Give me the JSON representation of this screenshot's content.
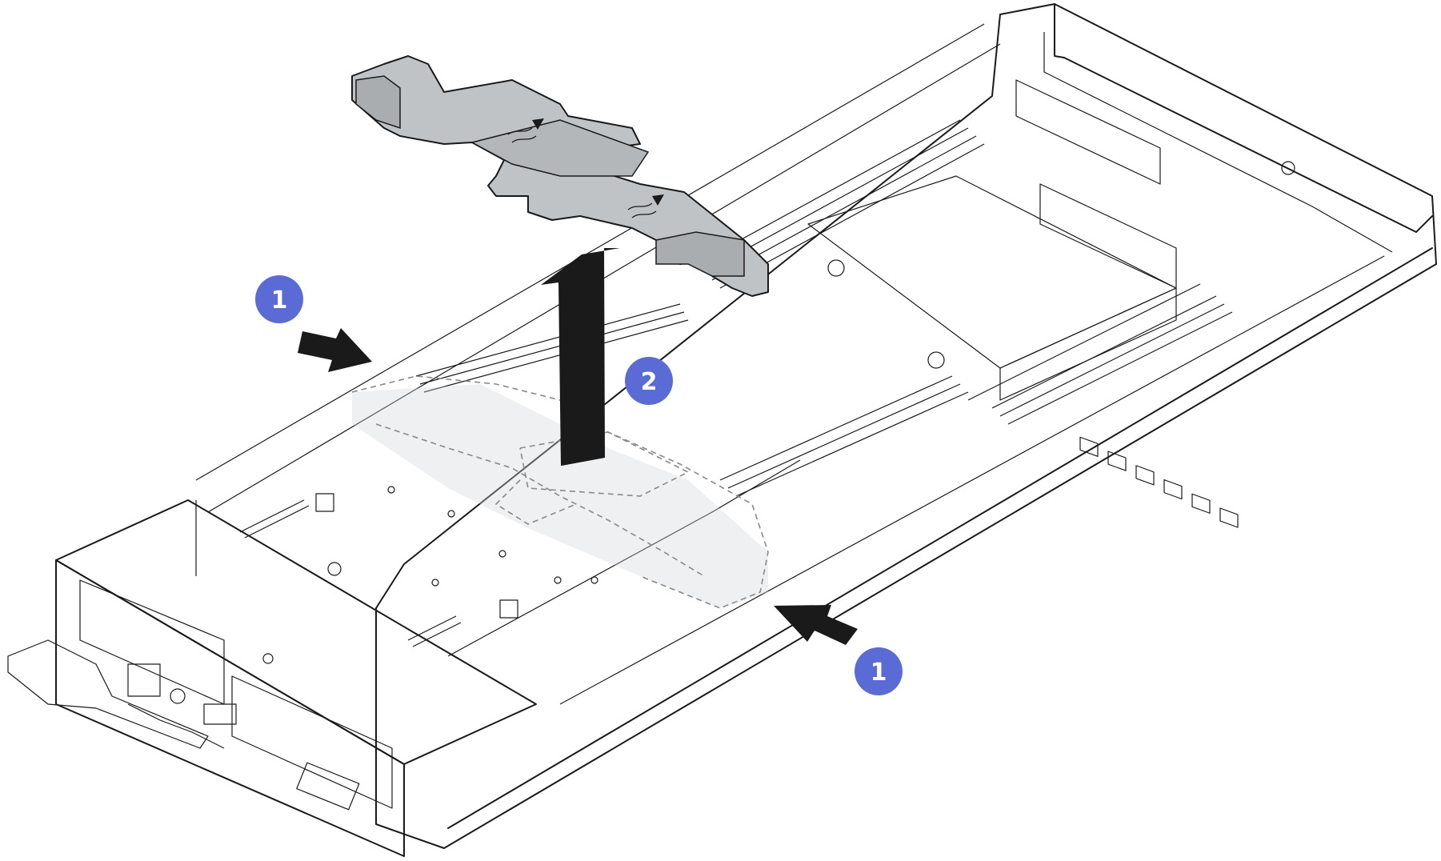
{
  "callouts": [
    {
      "label": "1"
    },
    {
      "label": "2"
    },
    {
      "label": "1"
    }
  ],
  "colors": {
    "callout_fill": "#5b6bd6",
    "air_baffle_fill": "#bfc3c6",
    "arrow_fill": "#1a1a1a",
    "line": "#1a1a1a"
  },
  "icons": {
    "press_arrow_left": "press-in-arrow-icon",
    "lift_arrow": "lift-up-arrow-icon",
    "press_arrow_right": "press-in-arrow-icon"
  }
}
